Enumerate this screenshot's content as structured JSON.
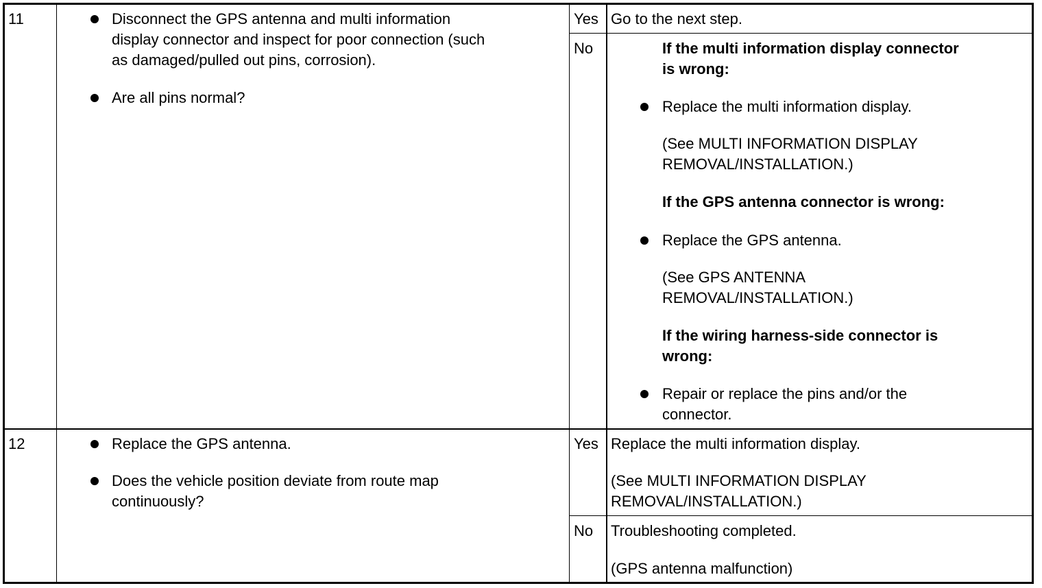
{
  "steps": [
    {
      "number": "11",
      "actions": [
        [
          "Disconnect the GPS antenna and multi information",
          "display connector and inspect for poor connection (such",
          "as damaged/pulled out pins, corrosion)."
        ],
        [
          "Are all pins normal?"
        ]
      ],
      "yes_label": "Yes",
      "yes_result": "Go to the next step.",
      "no_label": "No",
      "no_result": {
        "heading1": [
          "If the multi information display connector",
          "is wrong:"
        ],
        "bullet1": "Replace the multi information display.",
        "ref1": [
          "(See MULTI INFORMATION DISPLAY",
          "REMOVAL/INSTALLATION.)"
        ],
        "heading2": "If the GPS antenna connector is wrong:",
        "bullet2": "Replace the GPS antenna.",
        "ref2": [
          "(See GPS ANTENNA",
          "REMOVAL/INSTALLATION.)"
        ],
        "heading3": [
          "If the wiring harness-side connector is",
          "wrong:"
        ],
        "bullet3": [
          "Repair or replace the pins and/or the",
          "connector."
        ]
      }
    },
    {
      "number": "12",
      "actions": [
        [
          "Replace the GPS antenna."
        ],
        [
          "Does the vehicle position deviate from route map",
          "continuously?"
        ]
      ],
      "yes_label": "Yes",
      "yes_result": [
        "Replace the multi information display.",
        "(See MULTI INFORMATION DISPLAY",
        "REMOVAL/INSTALLATION.)"
      ],
      "no_label": "No",
      "no_result": [
        "Troubleshooting completed.",
        "(GPS antenna malfunction)"
      ]
    }
  ]
}
